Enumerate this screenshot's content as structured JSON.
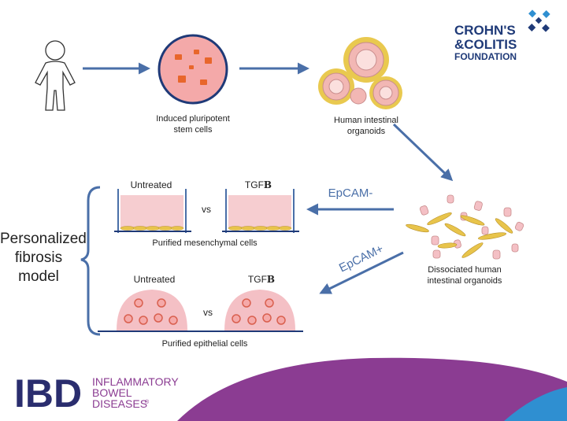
{
  "labels": {
    "ipsc": "Induced pluripotent\nstem cells",
    "organoids": "Human intestinal\norganoids",
    "dissociated": "Dissociated human\nintestinal organoids",
    "personalized": "Personalized\nfibrosis\nmodel",
    "untreated_top": "Untreated",
    "tgf_top": "TGF",
    "vs_top": "vs",
    "mesenchymal": "Purified mesenchymal cells",
    "untreated_bottom": "Untreated",
    "tgf_bottom": "TGF",
    "vs_bottom": "vs",
    "epithelial": "Purified epithelial cells",
    "epcam_minus": "EpCAM-",
    "epcam_plus": "EpCAM+",
    "beta_symbol": "B"
  },
  "logos": {
    "ccf_line1": "CROHN'S",
    "ccf_line2": "&COLITIS",
    "ccf_line3": "FOUNDATION",
    "ibd_main": "IBD",
    "ibd_line1": "INFLAMMATORY",
    "ibd_line2": "BOWEL",
    "ibd_line3": "DISEASES",
    "ibd_reg": "®"
  },
  "colors": {
    "arrow": "#4a6fa8",
    "dish_fill": "#f4c3c3",
    "dish_rim": "#1f3a78",
    "colony": "#e8662b",
    "cell_fill": "#f4c0c5",
    "mesenchymal": "#e8c44b",
    "ccf_navy": "#1f3a78",
    "ibd_purple": "#8b3c92",
    "ibd_navy": "#2a2d6e",
    "accent_blue": "#2f8fd1"
  }
}
